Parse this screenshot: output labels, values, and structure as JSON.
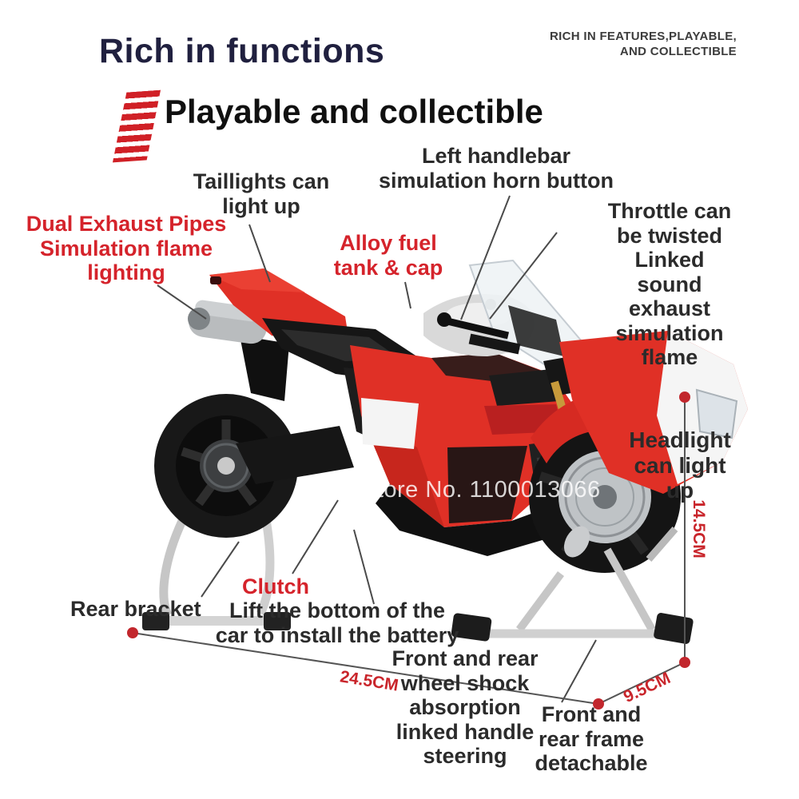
{
  "header": {
    "title": "Rich in functions",
    "tagline": "RICH IN FEATURES,PLAYABLE,\nAND COLLECTIBLE",
    "subtitle": "Playable and collectible",
    "subtitle_icon": "red-stripes-icon"
  },
  "callouts": {
    "taillights": "Taillights can\nlight up",
    "left_handlebar": "Left handlebar\nsimulation horn button",
    "dual_exhaust": "Dual Exhaust Pipes\nSimulation flame\nlighting",
    "alloy_fuel": "Alloy fuel\ntank & cap",
    "throttle": "Throttle can be twisted\nLinked sound exhaust\nsimulation flame",
    "headlight": "Headlight\ncan light up",
    "rear_bracket": "Rear bracket",
    "clutch": "Clutch",
    "lift_bottom": "Lift the bottom of the\ncar to install the battery",
    "shock_steering": "Front and rear\nwheel shock\nabsorption\nlinked handle\nsteering",
    "frame_detachable": "Front and\nrear frame\ndetachable"
  },
  "dimensions": {
    "length": "24.5CM",
    "width": "9.5CM",
    "height": "14.5CM"
  },
  "watermark": "Store No. 1100013066",
  "colors": {
    "title_navy": "#20203f",
    "text_dark": "#2b2b2b",
    "label_red": "#d5232b",
    "dimension_red": "#c9252b",
    "bike_red": "#e03026",
    "callout_line_gray": "#4a4a4a"
  }
}
